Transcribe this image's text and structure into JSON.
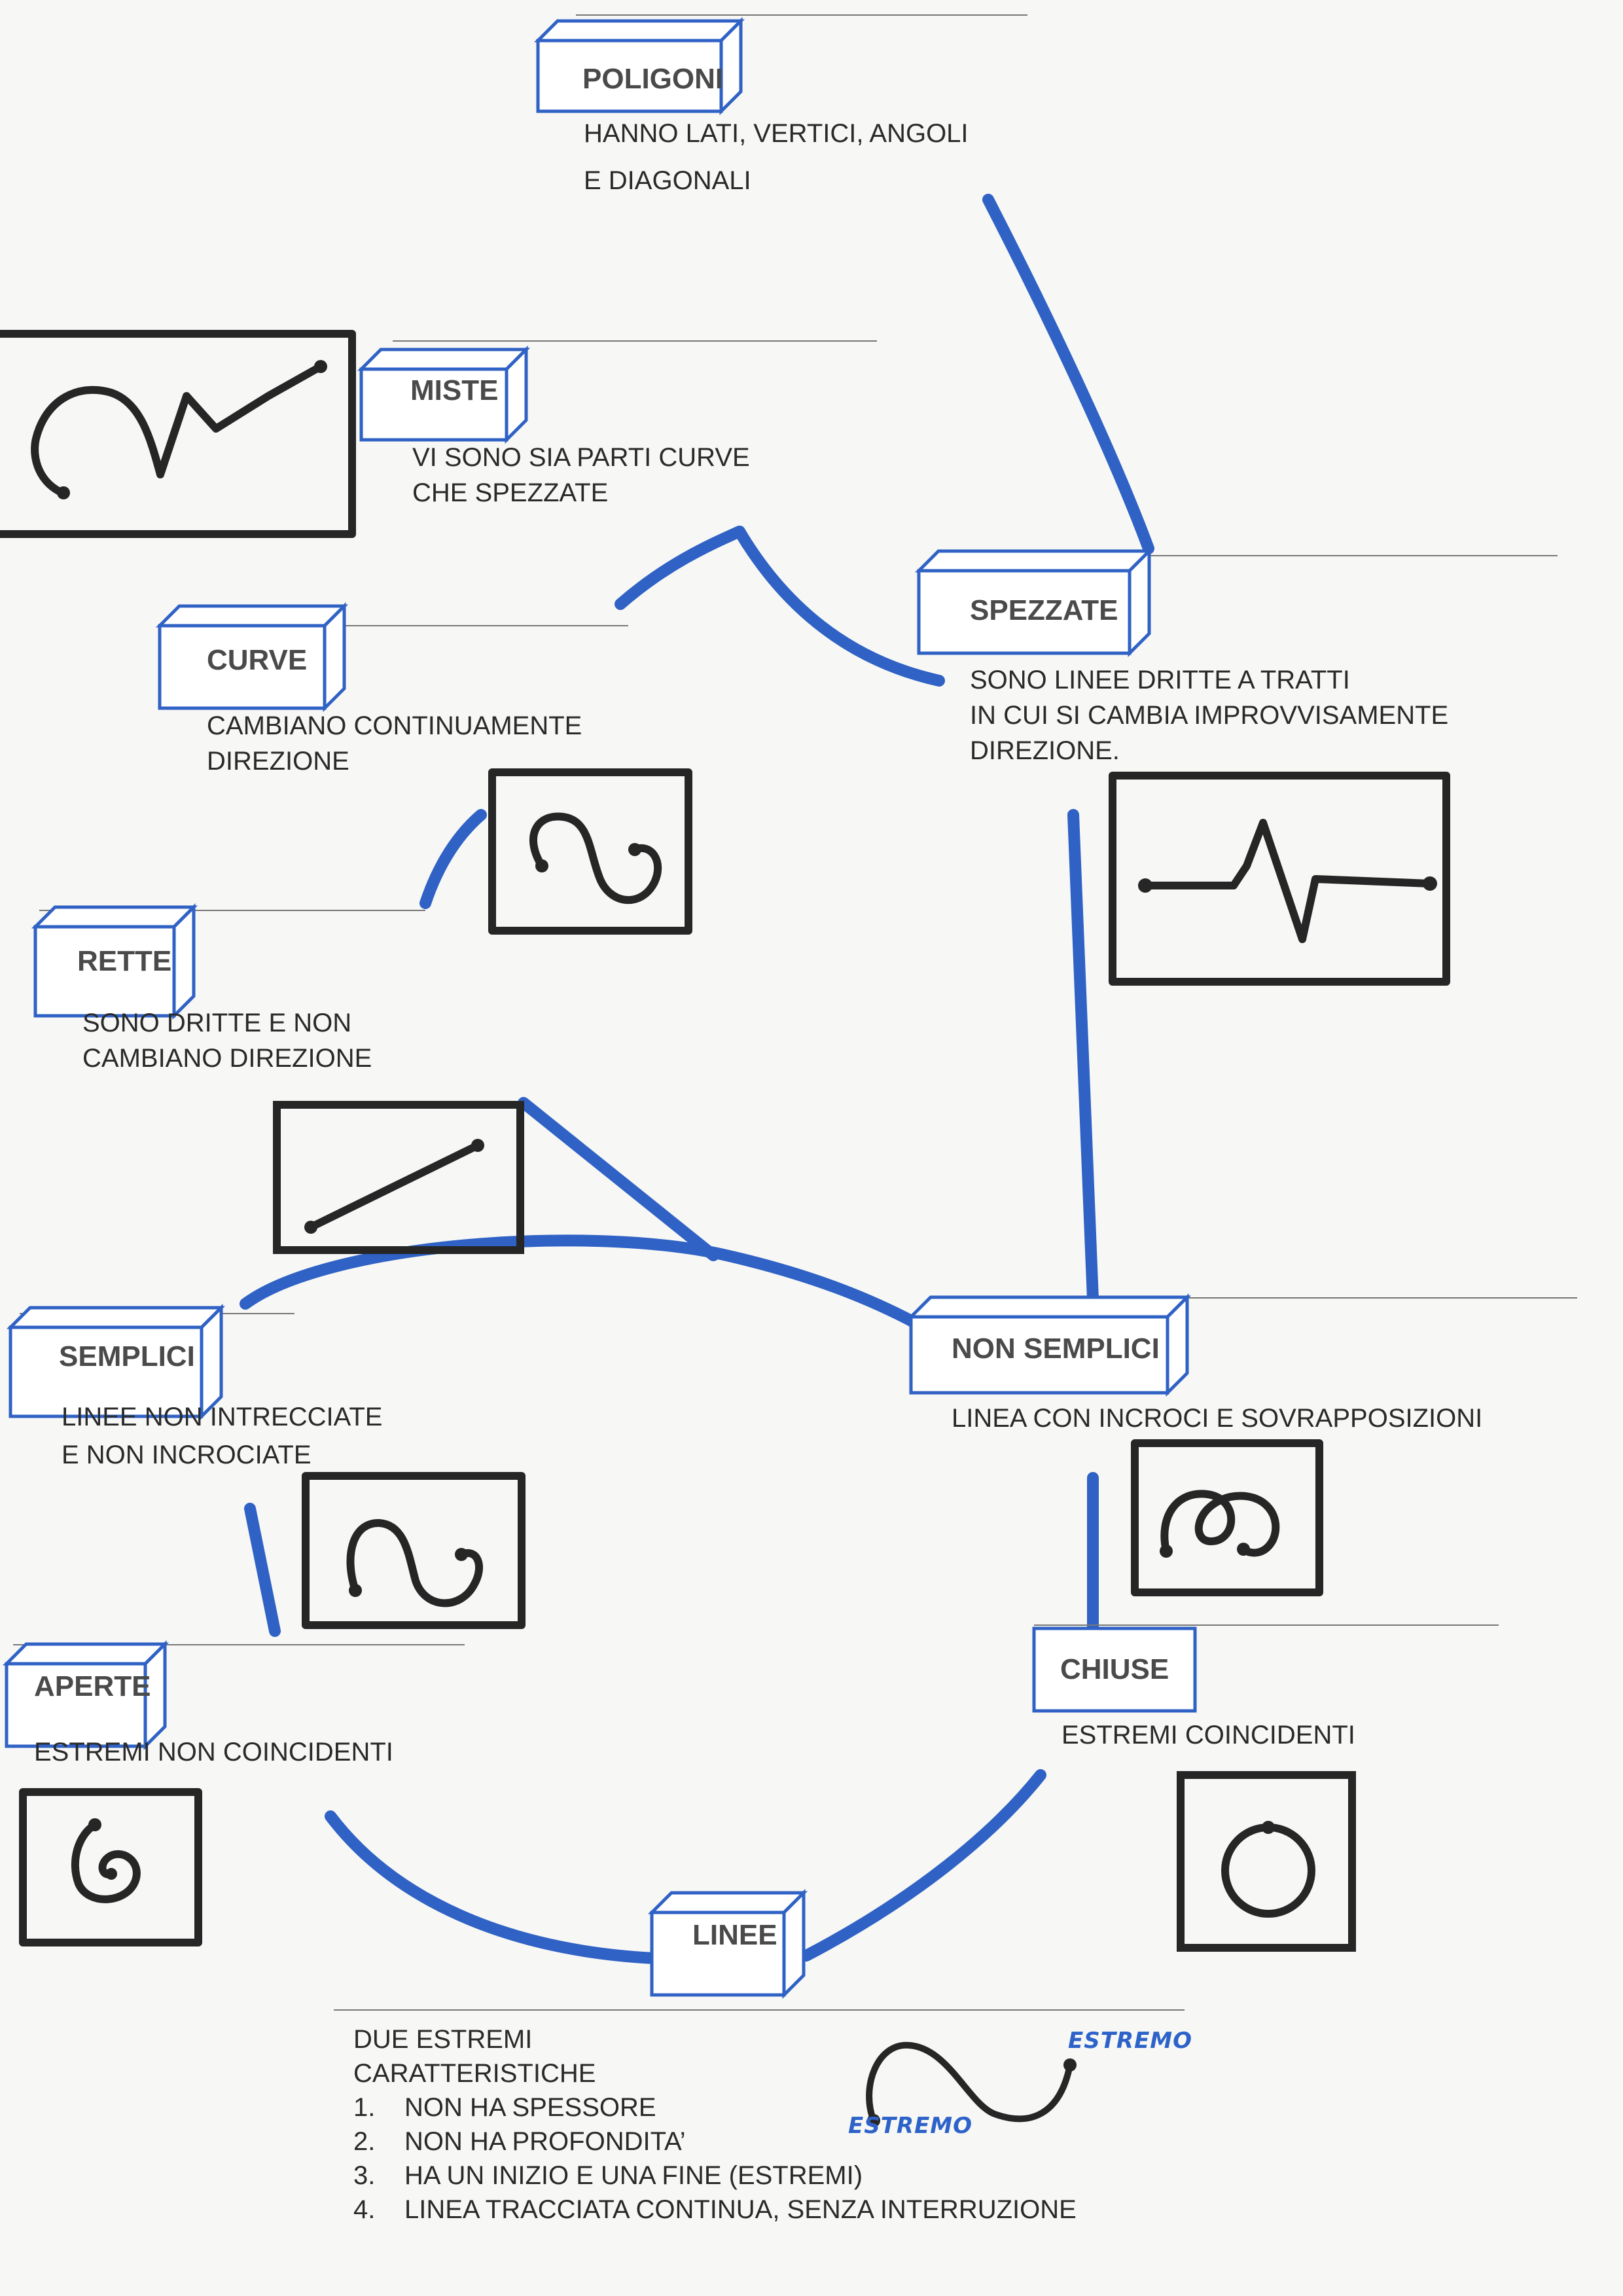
{
  "colors": {
    "accent": "#2f62c4",
    "ink": "#2b2b2b",
    "label": "#4a4a4a"
  },
  "nodes": {
    "poligoni": {
      "label": "POLIGONI",
      "desc": [
        "HANNO LATI, VERTICI, ANGOLI",
        "E DIAGONALI"
      ]
    },
    "miste": {
      "label": "MISTE",
      "desc": [
        "VI SONO SIA PARTI CURVE",
        "CHE SPEZZATE"
      ]
    },
    "spezzate": {
      "label": "SPEZZATE",
      "desc": [
        "SONO LINEE DRITTE A TRATTI",
        "IN CUI SI CAMBIA IMPROVVISAMENTE",
        "DIREZIONE."
      ]
    },
    "curve": {
      "label": "CURVE",
      "desc": [
        "CAMBIANO CONTINUAMENTE",
        "DIREZIONE"
      ]
    },
    "rette": {
      "label": "RETTE",
      "desc": [
        "SONO DRITTE E NON",
        "CAMBIANO DIREZIONE"
      ]
    },
    "semplici": {
      "label": "SEMPLICI",
      "desc": [
        "LINEE NON INTRECCIATE",
        "E NON INCROCIATE"
      ]
    },
    "non_semplici": {
      "label": "NON SEMPLICI",
      "desc": [
        "LINEA CON INCROCI E SOVRAPPOSIZIONI"
      ]
    },
    "aperte": {
      "label": "APERTE",
      "desc": [
        "ESTREMI NON COINCIDENTI"
      ]
    },
    "chiuse": {
      "label": "CHIUSE",
      "desc": [
        "ESTREMI COINCIDENTI"
      ]
    },
    "linee": {
      "label": "LINEE"
    }
  },
  "linee_info": {
    "intro": "DUE ESTREMI",
    "heading": "CARATTERISTICHE",
    "items": [
      {
        "num": "1.",
        "text": "NON HA SPESSORE"
      },
      {
        "num": "2.",
        "text": "NON HA PROFONDITA’"
      },
      {
        "num": "3.",
        "text": "HA UN INIZIO E UNA FINE (ESTREMI)"
      },
      {
        "num": "4.",
        "text": "LINEA TRACCIATA CONTINUA, SENZA INTERRUZIONE"
      }
    ],
    "estremo_labels": [
      "ESTREMO",
      "ESTREMO"
    ]
  }
}
